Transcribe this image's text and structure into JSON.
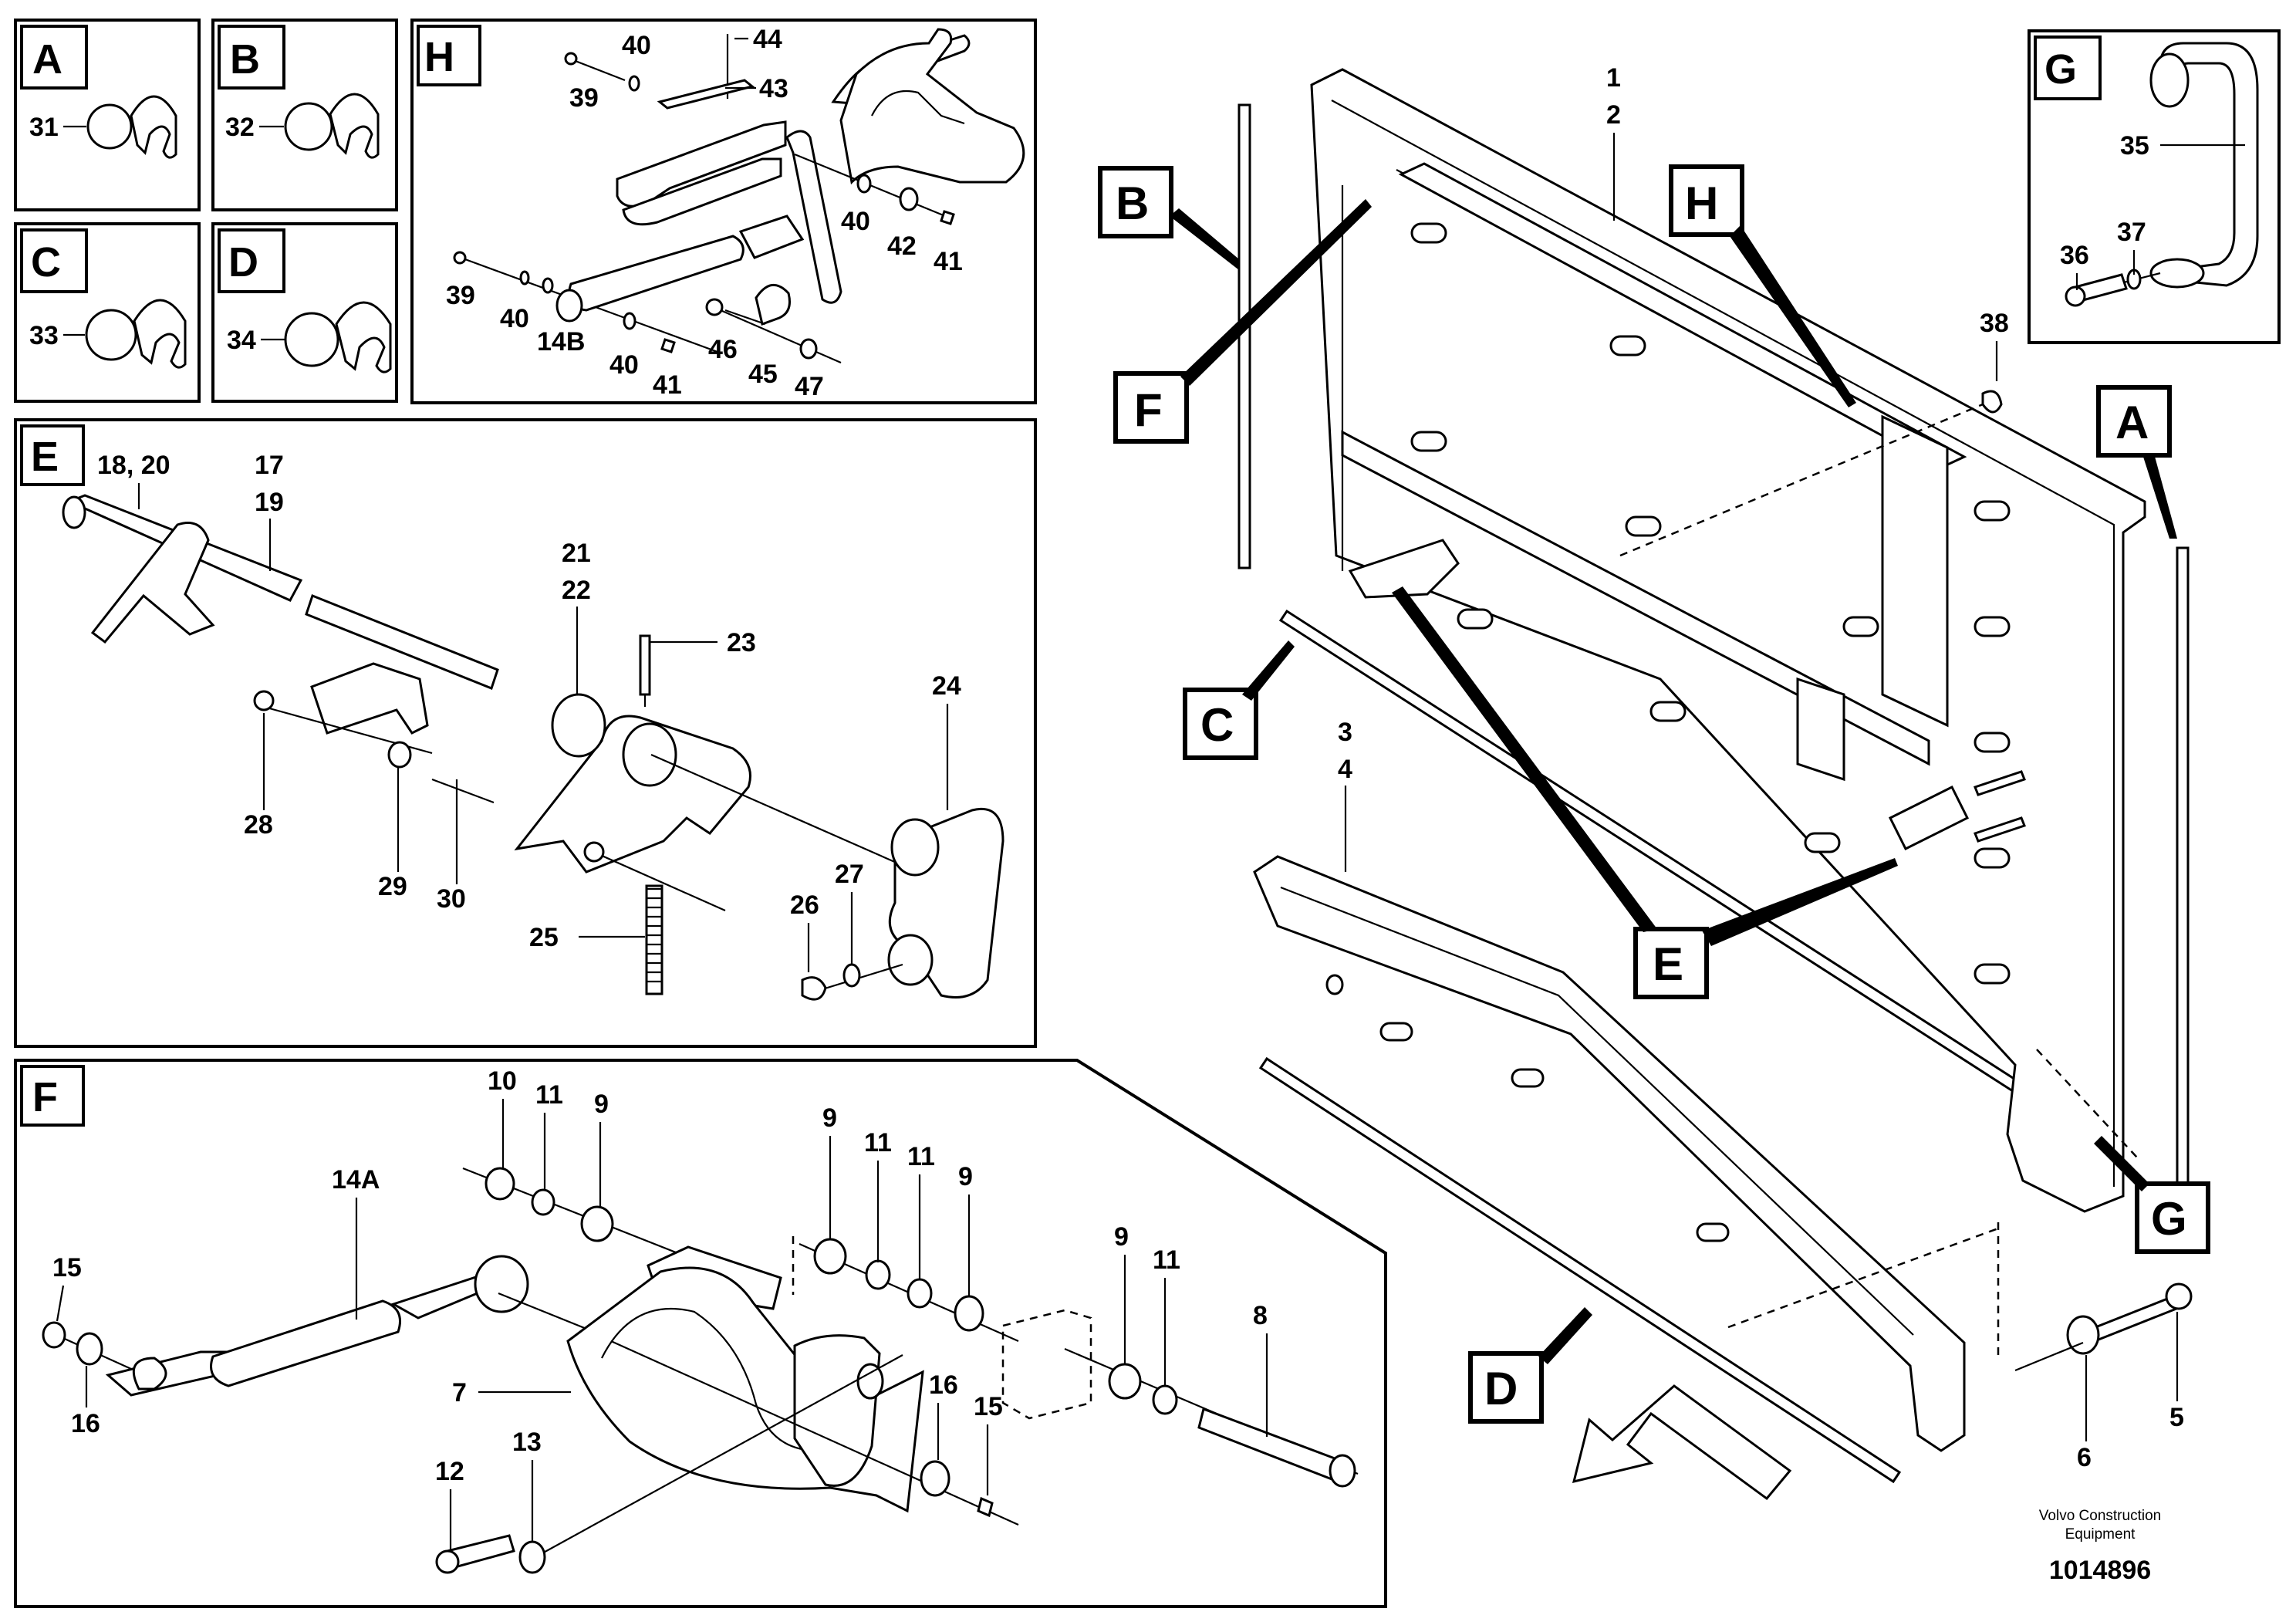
{
  "clip_panels": [
    {
      "letter": "A",
      "part": "31"
    },
    {
      "letter": "B",
      "part": "32"
    },
    {
      "letter": "C",
      "part": "33"
    },
    {
      "letter": "D",
      "part": "34"
    }
  ],
  "panel_h": {
    "letter": "H",
    "parts": {
      "p39a": "39",
      "p40a": "40",
      "p44": "44",
      "p43": "43",
      "p40b": "40",
      "p42": "42",
      "p41a": "41",
      "p39b": "39",
      "p40c": "40",
      "p14b": "14B",
      "p40d": "40",
      "p41b": "41",
      "p46": "46",
      "p45": "45",
      "p47": "47"
    }
  },
  "panel_e": {
    "letter": "E",
    "parts": {
      "p1820": "18, 20",
      "p17": "17",
      "p19": "19",
      "p21": "21",
      "p22": "22",
      "p23": "23",
      "p24": "24",
      "p28": "28",
      "p29": "29",
      "p30": "30",
      "p25": "25",
      "p26": "26",
      "p27": "27"
    }
  },
  "panel_f": {
    "letter": "F",
    "parts": {
      "p10": "10",
      "p11a": "11",
      "p9a": "9",
      "p9b": "9",
      "p11b": "11",
      "p11c": "11",
      "p9c": "9",
      "p9d": "9",
      "p11d": "11",
      "p14a": "14A",
      "p15a": "15",
      "p16a": "16",
      "p7": "7",
      "p8": "8",
      "p12": "12",
      "p13": "13",
      "p16b": "16",
      "p15b": "15"
    }
  },
  "panel_g": {
    "letter": "G",
    "parts": {
      "p35": "35",
      "p36": "36",
      "p37": "37"
    }
  },
  "main": {
    "parts": {
      "p1": "1",
      "p2": "2",
      "p38": "38",
      "p3": "3",
      "p4": "4",
      "p5": "5",
      "p6": "6"
    },
    "callouts": {
      "B": "B",
      "F": "F",
      "H": "H",
      "A": "A",
      "C": "C",
      "E": "E",
      "G": "G",
      "D": "D"
    }
  },
  "footer": {
    "credit_line1": "Volvo Construction",
    "credit_line2": "Equipment",
    "doc_number": "1014896"
  }
}
